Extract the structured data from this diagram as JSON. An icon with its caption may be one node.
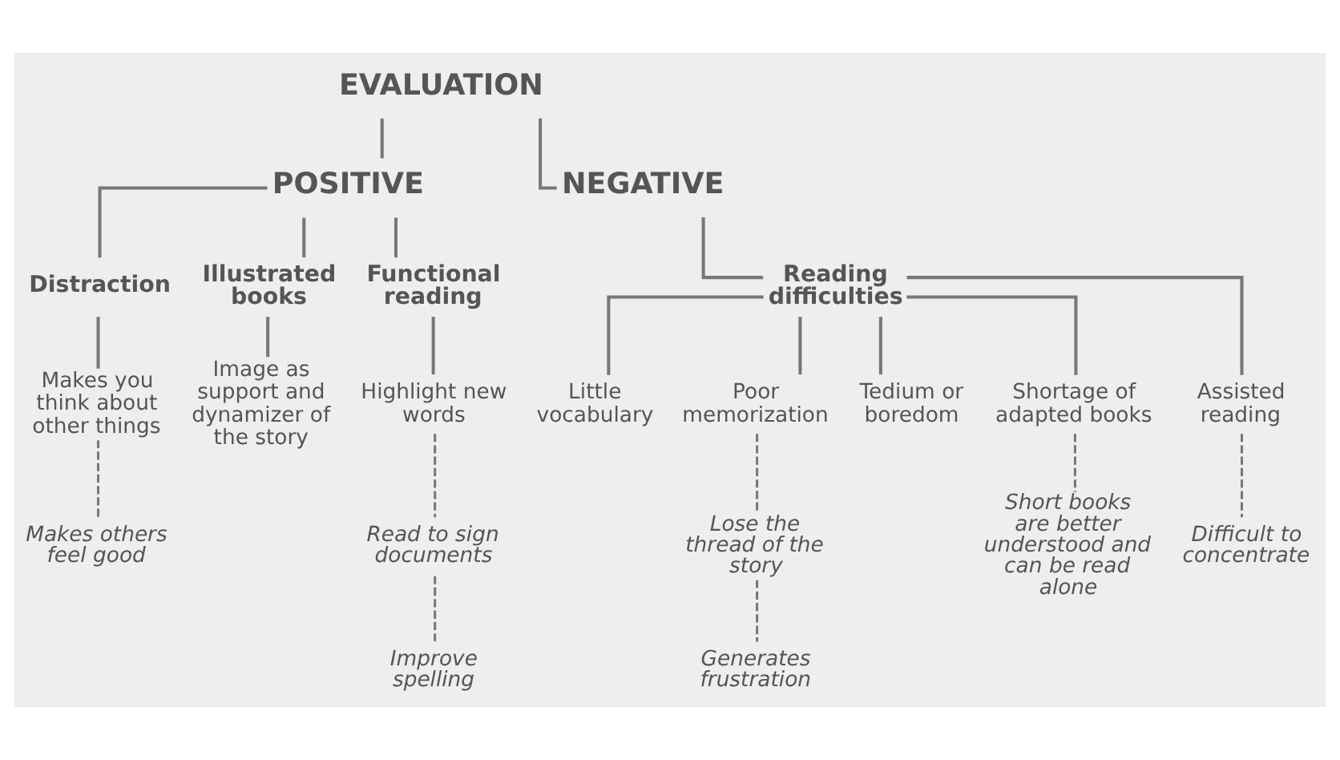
{
  "diagram": {
    "nodes": [
      {
        "text": [
          "EVALUATION"
        ]
      },
      {
        "text": [
          "POSITIVE"
        ]
      },
      {
        "text": [
          "NEGATIVE"
        ]
      },
      {
        "text": [
          "Distraction"
        ]
      },
      {
        "text": [
          "Illustrated books"
        ]
      },
      {
        "text": [
          "Functional reading"
        ]
      },
      {
        "text": [
          "Reading difficulties"
        ]
      },
      {
        "text": [
          "Makes you think about other things"
        ]
      },
      {
        "text": [
          "Makes others feel good"
        ]
      },
      {
        "text": [
          "Image as support and dynamizer of the story"
        ]
      },
      {
        "text": [
          "Highlight new words"
        ]
      },
      {
        "text": [
          "Read to sign documents"
        ]
      },
      {
        "text": [
          "Improve spelling"
        ]
      },
      {
        "text": [
          "Little vocabulary"
        ]
      },
      {
        "text": [
          "Poor memorization"
        ]
      },
      {
        "text": [
          "Lose the thread of the story"
        ]
      },
      {
        "text": [
          "Generates frustration"
        ]
      },
      {
        "text": [
          "Tedium or boredom"
        ]
      },
      {
        "text": [
          "Shortage of adapted books"
        ]
      },
      {
        "text": [
          "Short books are better understood and can be read alone"
        ]
      },
      {
        "text": [
          "Assisted reading"
        ]
      },
      {
        "text": [
          "Difficult to concentrate"
        ]
      }
    ],
    "edges": [
      {
        "from": 0,
        "to": 1,
        "arrow": "none"
      },
      {
        "from": 0,
        "to": 2,
        "arrow": "none"
      },
      {
        "from": 1,
        "to": 3,
        "arrow": "none"
      },
      {
        "from": 1,
        "to": 4,
        "arrow": "none"
      },
      {
        "from": 1,
        "to": 5,
        "arrow": "none"
      },
      {
        "from": 2,
        "to": 6,
        "arrow": "none"
      },
      {
        "from": 3,
        "to": 7,
        "arrow": "none"
      },
      {
        "from": 7,
        "to": 8,
        "arrow": "none",
        "style": "dashed"
      },
      {
        "from": 4,
        "to": 9,
        "arrow": "none"
      },
      {
        "from": 5,
        "to": 10,
        "arrow": "none"
      },
      {
        "from": 10,
        "to": 11,
        "arrow": "none",
        "style": "dashed"
      },
      {
        "from": 11,
        "to": 12,
        "arrow": "none",
        "style": "dashed"
      },
      {
        "from": 6,
        "to": 13,
        "arrow": "none"
      },
      {
        "from": 6,
        "to": 14,
        "arrow": "none"
      },
      {
        "from": 14,
        "to": 15,
        "arrow": "none",
        "style": "dashed"
      },
      {
        "from": 15,
        "to": 16,
        "arrow": "none",
        "style": "dashed"
      },
      {
        "from": 6,
        "to": 17,
        "arrow": "none"
      },
      {
        "from": 6,
        "to": 18,
        "arrow": "none"
      },
      {
        "from": 18,
        "to": 19,
        "arrow": "none",
        "style": "dashed"
      },
      {
        "from": 6,
        "to": 20,
        "arrow": "none"
      },
      {
        "from": 20,
        "to": 21,
        "arrow": "none",
        "style": "dashed"
      }
    ]
  }
}
